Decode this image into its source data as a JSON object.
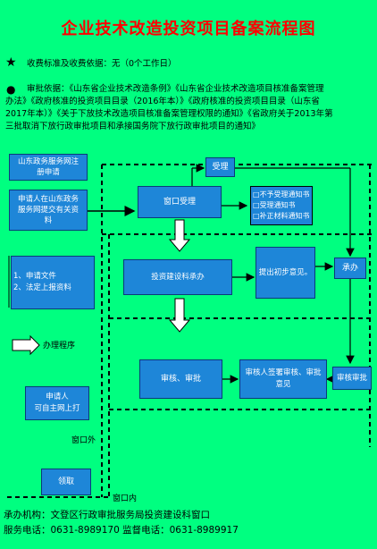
{
  "title": "企业技术改造投资项目备案流程图",
  "fee": {
    "star": "★",
    "text": "收费标准及收费依据：无（0个工作日）"
  },
  "basis": {
    "bullet": "●",
    "lines": [
      "审批依据：《山东省企业技术改造条例》《山东省企业技术改造项目核准备案管理",
      "办法》《政府核准的投资项目目录（2016年本）》《政府核准的投资项目目录（山东省",
      "2017年本）》《关于下放技术改造项目核准备案管理权限的通知》《省政府关于2013年第",
      "三批取消下放行政审批项目和承接国务院下放行政审批项目的通知》"
    ]
  },
  "flow": {
    "online": [
      "山东政务服务网注",
      "册申请"
    ],
    "submit": [
      "申请人在山东政务",
      "服务网提交有关资",
      "料"
    ],
    "window_accept": "窗口受理",
    "accept": "受理",
    "notices": [
      "不予受理通知书",
      "受理通知书",
      "补正材料通知书"
    ],
    "docs": [
      "1、申请文件",
      "2、法定上报资料"
    ],
    "dept_handle": "投资建设科承办",
    "opinion": "提出初步意见。",
    "undertake": "承办",
    "legend": "办理程序",
    "review": "审核、审批",
    "sign": [
      "审核人签署审核、审批",
      "意见"
    ],
    "approve": "审核审批",
    "print": [
      "申请人",
      "可自主网上打"
    ],
    "window_out": "窗口外",
    "collect": "领取",
    "window_in": "窗口内"
  },
  "footer": {
    "org": "承办机构：文登区行政审批服务局投资建设科窗口",
    "phones": "服务电话：0631-8989170   监督电话：0631-8989917"
  }
}
